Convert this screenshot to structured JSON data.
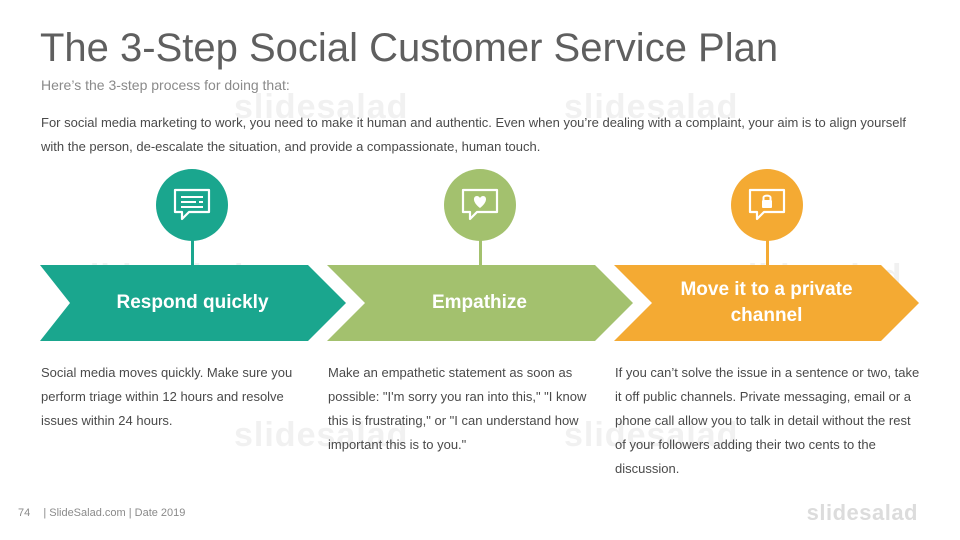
{
  "slide": {
    "title": "The 3-Step Social Customer Service Plan",
    "subtitle": "Here’s the 3-step process for doing that:",
    "intro": "For social media marketing to work, you need to make it human and authentic. Even when you’re dealing with a complaint, your aim is to align yourself with the person, de-escalate the situation, and provide a compassionate, human touch."
  },
  "steps": [
    {
      "label": "Respond quickly",
      "icon": "chat-message-icon",
      "color": "#1aa68e",
      "description": "Social media moves quickly. Make sure you perform triage within 12 hours and resolve issues within 24 hours."
    },
    {
      "label": "Empathize",
      "icon": "heart-message-icon",
      "color": "#a3c16e",
      "description": "Make an empathetic statement as soon as possible: \"I'm sorry you ran into this,\" \"I know this is frustrating,\" or \"I can understand how important this is to you.\""
    },
    {
      "label": "Move it to a private channel",
      "icon": "lock-message-icon",
      "color": "#f4aa33",
      "description": "If you can’t solve the issue in a sentence or two, take it off public channels. Private messaging, email or a phone call allow you to talk in detail without the rest of your followers adding their two cents to the discussion."
    }
  ],
  "footer": {
    "page_number": "74",
    "text": "| SlideSalad.com | Date 2019",
    "brand": "slidesalad"
  },
  "watermark": "slidesalad"
}
